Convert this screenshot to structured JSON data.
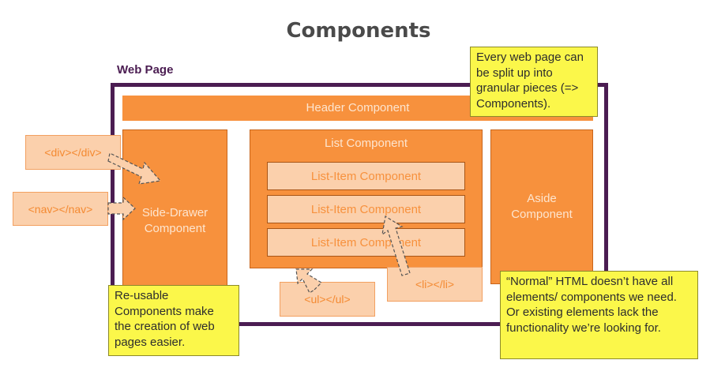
{
  "title": "Components",
  "web_page_label": "Web Page",
  "components": {
    "header": "Header Component",
    "side_drawer": "Side-Drawer Component",
    "list": "List Component",
    "list_items": [
      "List-Item Component",
      "List-Item Component",
      "List-Item Component"
    ],
    "aside": "Aside Component"
  },
  "tags": {
    "div": "<div></div>",
    "nav": "<nav></nav>",
    "ul": "<ul></ul>",
    "li": "<li></li>"
  },
  "notes": {
    "split": "Every web page can be split up into granular pieces (=> Components).",
    "reusable": "Re-usable Components make the creation of web pages easier.",
    "normal_html": "“Normal” HTML doesn’t have all elements/ components we need. Or existing elements lack the functionality we’re looking for."
  },
  "colors": {
    "frame": "#4b1d52",
    "component": "#f7913d",
    "tag_fill": "#fbd0ac",
    "note_fill": "#fbf74a"
  }
}
